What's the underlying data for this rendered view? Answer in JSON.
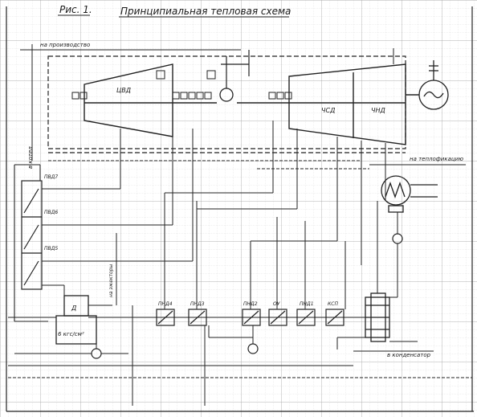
{
  "figure_label": "Рис. 1.",
  "title": "Принципиальная тепловая схема",
  "labels": {
    "to_production": "на производство",
    "cvd": "ЦВД",
    "csd": "ЧСД",
    "cnd": "ЧНД",
    "to_heating": "на теплофикацию",
    "to_boiler": "в котел",
    "pvd7": "ПВД7",
    "pvd6": "ПВД6",
    "pvd5": "ПВД5",
    "deaerator": "Д",
    "pressure": "6 кгс/см²",
    "to_ejectors": "на эжекторы",
    "pnd4": "ПНД4",
    "pnd3": "ПНД3",
    "pnd2": "ПНД2",
    "pnd1": "ПНД1",
    "ou": "ОУ",
    "ksp": "КСП",
    "to_condenser": "в конденсатор"
  }
}
